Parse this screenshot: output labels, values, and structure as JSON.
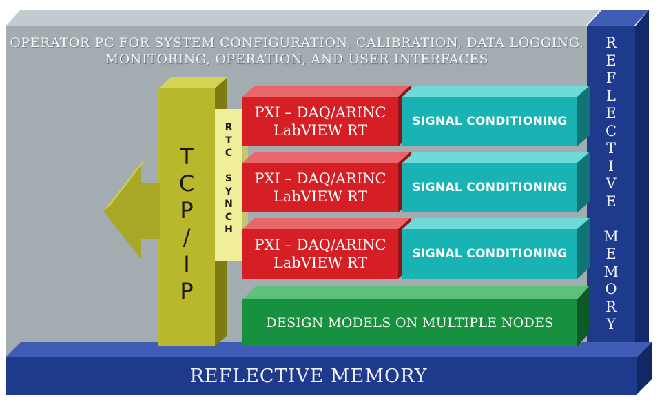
{
  "operator_pc": {
    "title_line1": "OPERATOR PC FOR SYSTEM CONFIGURATION, CALIBRATION, DATA LOGGING,",
    "title_line2": "MONITORING, OPERATION, AND USER INTERFACES"
  },
  "tcp_ip": {
    "letters": [
      "T",
      "C",
      "P",
      "/",
      "I",
      "P"
    ]
  },
  "rtc_synch": {
    "letters": [
      "R",
      "T",
      "C",
      "",
      "S",
      "Y",
      "N",
      "C",
      "H"
    ]
  },
  "nodes": [
    {
      "pxi_line1": "PXI – DAQ/ARINC",
      "pxi_line2": "LabVIEW RT",
      "signal": "SIGNAL CONDITIONING"
    },
    {
      "pxi_line1": "PXI – DAQ/ARINC",
      "pxi_line2": "LabVIEW RT",
      "signal": "SIGNAL CONDITIONING"
    },
    {
      "pxi_line1": "PXI – DAQ/ARINC",
      "pxi_line2": "LabVIEW RT",
      "signal": "SIGNAL CONDITIONING"
    }
  ],
  "design_models": {
    "label": "DESIGN MODELS ON MULTIPLE NODES"
  },
  "reflective_memory_vertical": {
    "letters": [
      "R",
      "E",
      "F",
      "L",
      "E",
      "C",
      "T",
      "I",
      "V",
      "E",
      "",
      "M",
      "E",
      "M",
      "O",
      "R",
      "Y"
    ]
  },
  "reflective_memory_bottom": {
    "label": "REFLECTIVE MEMORY"
  },
  "colors": {
    "panel_gray": "#a2acb1",
    "blue": "#1d3a8c",
    "olive": "#b9b72c",
    "rtc_yellow": "#f0ee9a",
    "red": "#d51f24",
    "teal": "#19b3b3",
    "green": "#179040"
  }
}
